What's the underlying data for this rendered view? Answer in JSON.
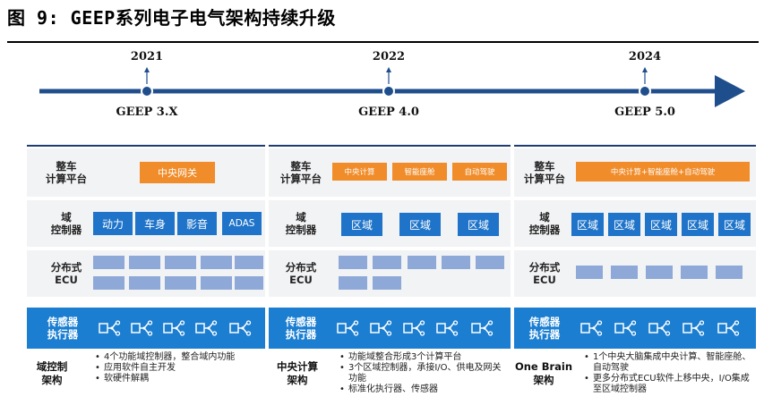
{
  "figure_title": "图 9: GEEP系列电子电气架构持续升级",
  "timeline": [
    {
      "year": "2021",
      "generation": "GEEP 3.X"
    },
    {
      "year": "2022",
      "generation": "GEEP 4.0"
    },
    {
      "year": "2024",
      "generation": "GEEP 5.0"
    }
  ],
  "row_labels": {
    "vehicle_platform": "整车\n计算平台",
    "domain_controller": "域\n控制器",
    "ecu": "分布式\nECU",
    "sensor": "传感器\n执行器"
  },
  "columns": [
    {
      "platform": [
        "中央网关"
      ],
      "domains": [
        "动力",
        "车身",
        "影音",
        "ADAS"
      ],
      "arch_label": "域控制\n架构",
      "bullets": [
        "4个功能域控制器，整合域内功能",
        "应用软件自主开发",
        "软硬件解耦"
      ]
    },
    {
      "platform": [
        "中央计算",
        "智能座舱",
        "自动驾驶"
      ],
      "domains": [
        "区域",
        "区域",
        "区域"
      ],
      "arch_label": "中央计算\n架构",
      "bullets": [
        "功能域整合形成3个计算平台",
        "3个区域控制器，承接I/O、供电及网关功能",
        "标准化执行器、传感器"
      ]
    },
    {
      "platform": [
        "中央计算+智能座舱+自动驾驶"
      ],
      "domains": [
        "区域",
        "区域",
        "区域",
        "区域",
        "区域"
      ],
      "arch_label": "One Brain\n架构",
      "bullets": [
        "1个中央大脑集成中央计算、智能座舱、自动驾驶",
        "更多分布式ECU软件上移中央，I/O集成至区域控制器"
      ]
    }
  ],
  "colors": {
    "timeline": "#1f4e8c",
    "orange": "#f08c2a",
    "blue": "#1f74c9",
    "ecu": "#8ea8d8",
    "sensor": "#1b7ed1"
  }
}
